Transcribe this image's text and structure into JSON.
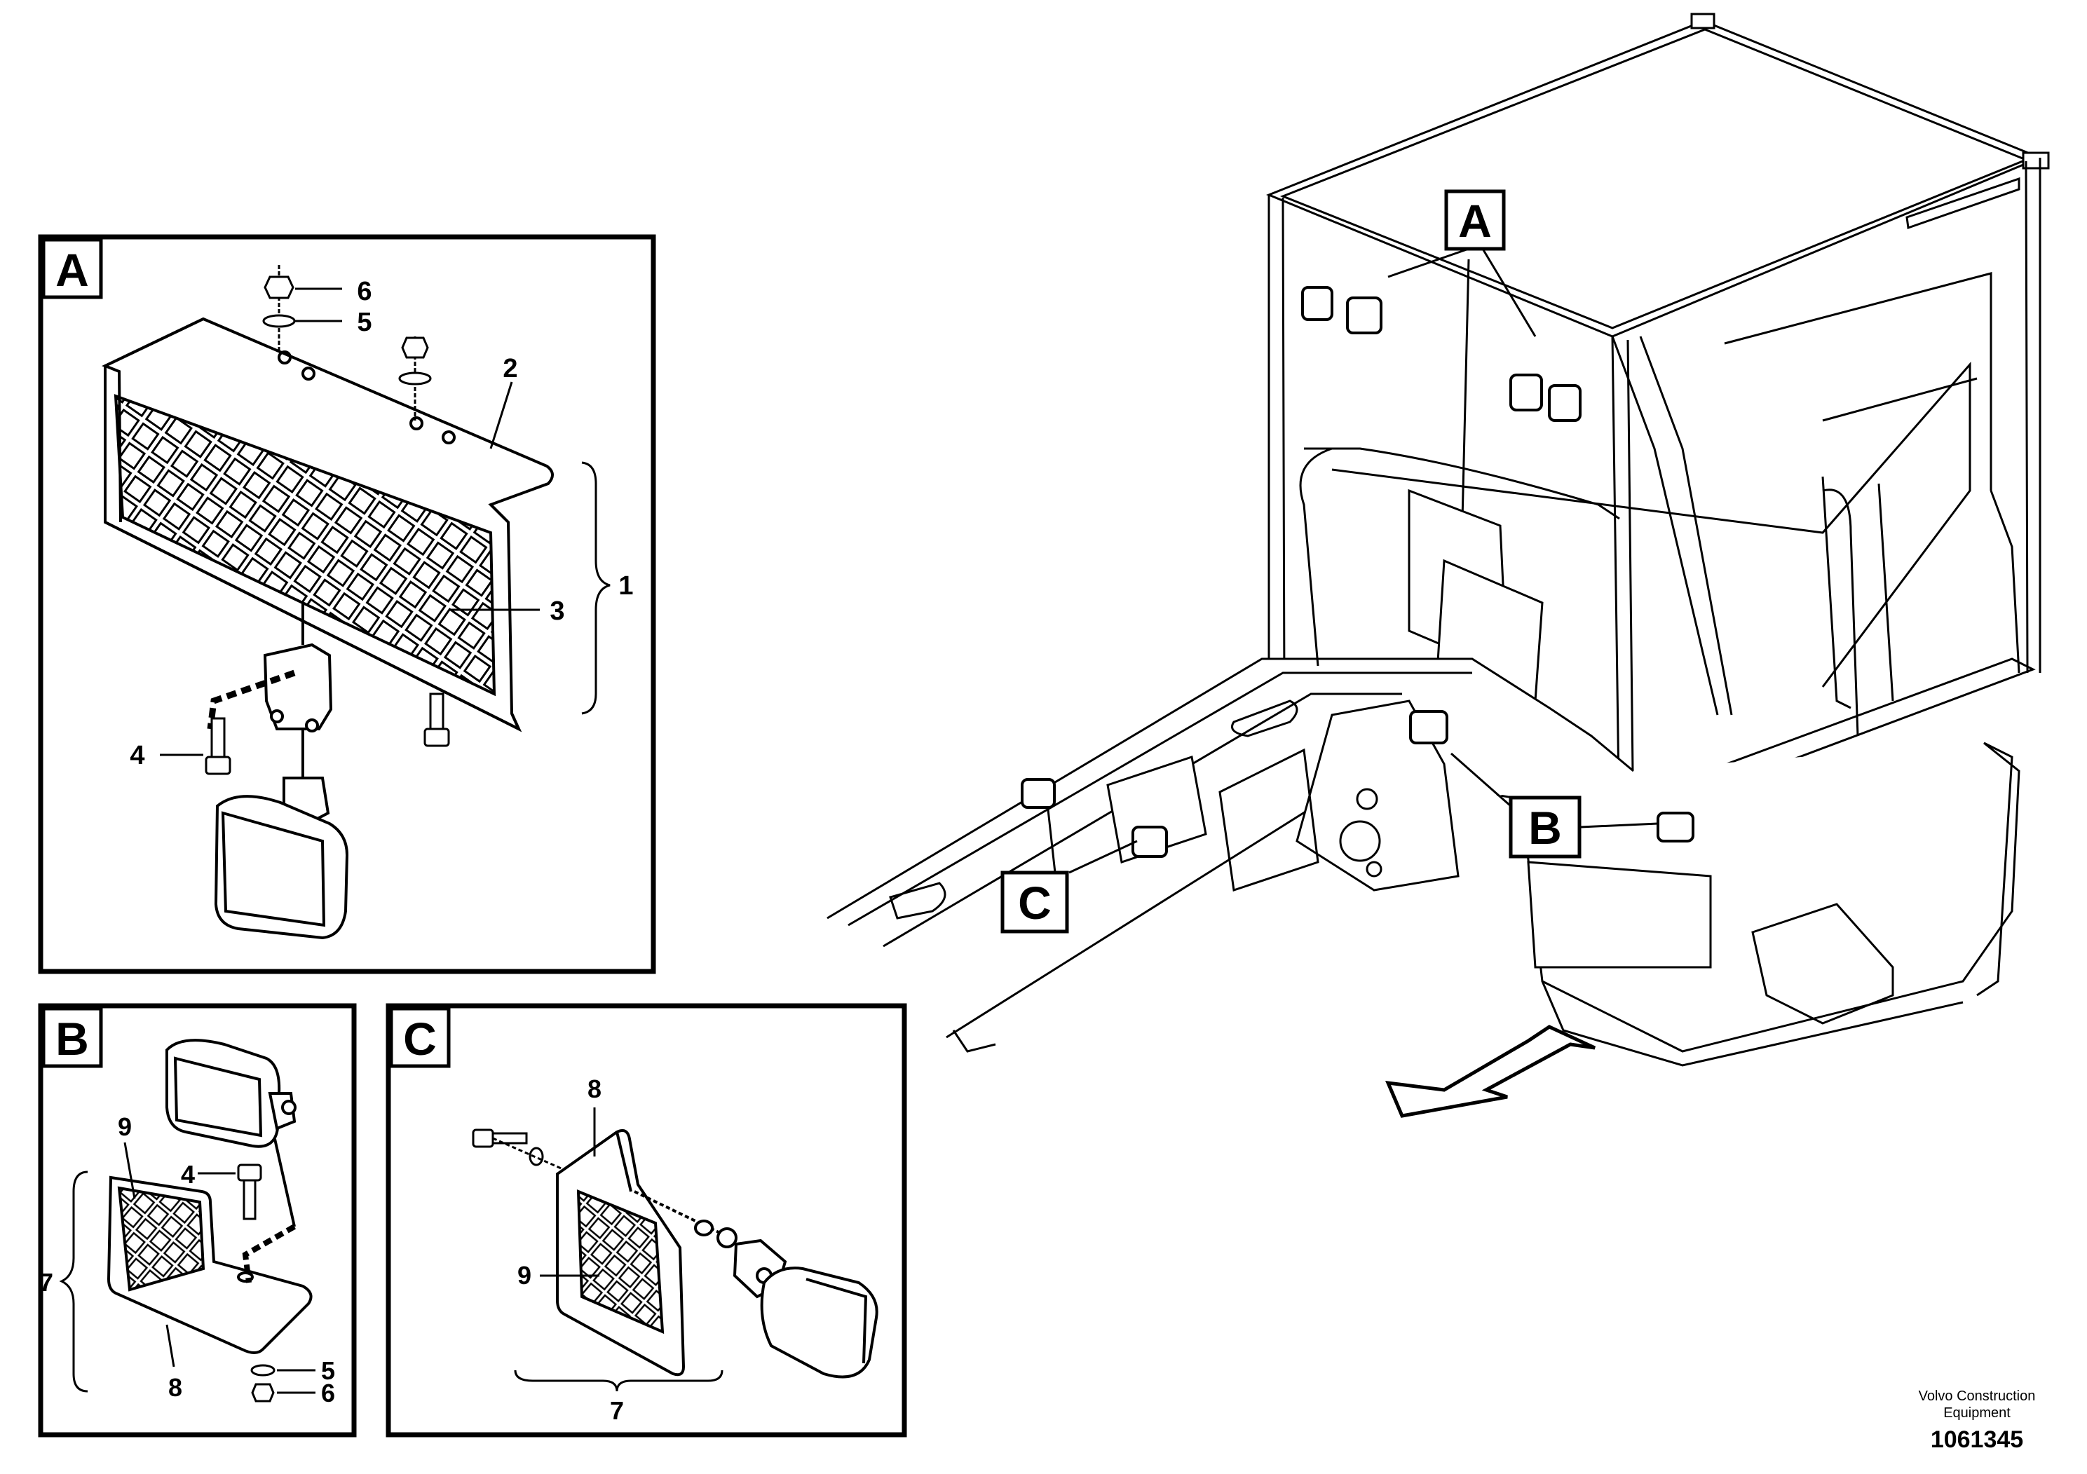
{
  "detail_views": {
    "a": {
      "letter": "A",
      "callouts": {
        "n1": "1",
        "n2": "2",
        "n3": "3",
        "n4": "4",
        "n5": "5",
        "n6": "6"
      }
    },
    "b": {
      "letter": "B",
      "callouts": {
        "n4": "4",
        "n5": "5",
        "n6": "6",
        "n7": "7",
        "n8": "8",
        "n9": "9"
      }
    },
    "c": {
      "letter": "C",
      "callouts": {
        "n7": "7",
        "n8": "8",
        "n9": "9"
      }
    }
  },
  "machine_view": {
    "tag_a": "A",
    "tag_b": "B",
    "tag_c": "C"
  },
  "title_block": {
    "company_line1": "Volvo Construction",
    "company_line2": "Equipment",
    "drawing_number": "1061345"
  },
  "colors": {
    "line": "#000000",
    "background": "#ffffff"
  }
}
